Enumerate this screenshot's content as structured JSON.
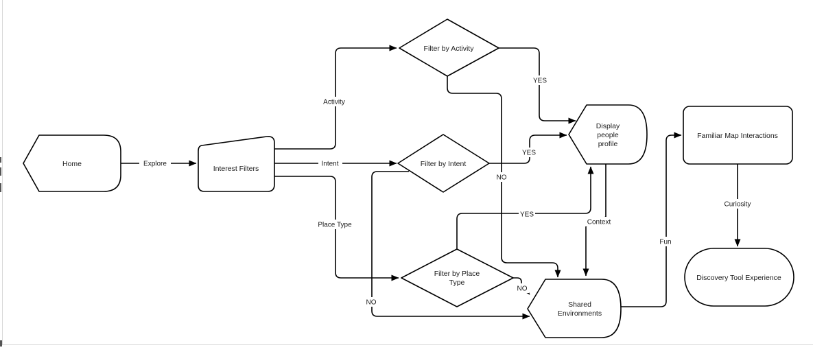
{
  "diagram": {
    "colors": {
      "stroke": "#000000",
      "fill": "#ffffff",
      "text": "#1a1a1a",
      "canvas_border": "#d7d7d7"
    },
    "nodes": {
      "home": {
        "label": "Home",
        "shape": "left-point-pentagon"
      },
      "interest_filters": {
        "label": "Interest Filters",
        "shape": "manual-input"
      },
      "filter_by_activity": {
        "label": "Filter by Activity",
        "shape": "decision-diamond"
      },
      "filter_by_intent": {
        "label": "Filter by Intent",
        "shape": "decision-diamond"
      },
      "filter_by_place_type": {
        "line1": "Filter by Place",
        "line2": "Type",
        "shape": "decision-diamond"
      },
      "display_people_profile": {
        "line1": "Display",
        "line2": "people",
        "line3": "profile",
        "shape": "display"
      },
      "shared_environments": {
        "line1": "Shared",
        "line2": "Environments",
        "shape": "display"
      },
      "familiar_map_interactions": {
        "label": "Familiar Map Interactions",
        "shape": "rounded-rectangle"
      },
      "discovery_tool_experience": {
        "label": "Discovery Tool Experience",
        "shape": "stadium"
      }
    },
    "edges": {
      "explore": {
        "from": "home",
        "to": "interest_filters",
        "label": "Explore"
      },
      "activity": {
        "from": "interest_filters",
        "to": "filter_by_activity",
        "label": "Activity"
      },
      "intent": {
        "from": "interest_filters",
        "to": "filter_by_intent",
        "label": "Intent"
      },
      "place_type": {
        "from": "interest_filters",
        "to": "filter_by_place_type",
        "label": "Place Type"
      },
      "activity_yes": {
        "from": "filter_by_activity",
        "to": "display_people_profile",
        "label": "YES"
      },
      "activity_no": {
        "from": "filter_by_activity",
        "to": "shared_environments",
        "label": "NO"
      },
      "intent_yes": {
        "from": "filter_by_intent",
        "to": "display_people_profile",
        "label": "YES"
      },
      "intent_no": {
        "from": "filter_by_intent",
        "to": "shared_environments",
        "label": "NO"
      },
      "place_yes": {
        "from": "filter_by_place_type",
        "to": "display_people_profile",
        "label": "YES"
      },
      "place_no": {
        "from": "filter_by_place_type",
        "to": "shared_environments",
        "label": "NO"
      },
      "context": {
        "from": "display_people_profile",
        "to": "shared_environments",
        "label": "Context"
      },
      "fun": {
        "from": "shared_environments",
        "to": "familiar_map_interactions",
        "label": "Fun"
      },
      "curiosity": {
        "from": "familiar_map_interactions",
        "to": "discovery_tool_experience",
        "label": "Curiosity"
      }
    }
  }
}
